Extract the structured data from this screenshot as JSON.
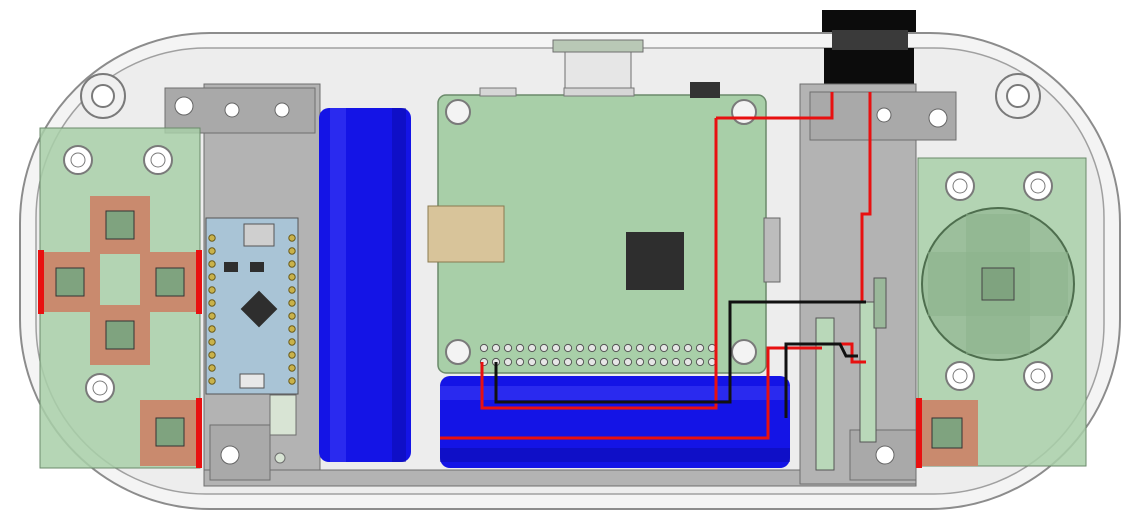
{
  "colors": {
    "shell": "#f3f3f3",
    "shell_stroke": "#8a8a8a",
    "frame": "#a6a6a6",
    "frame_dark": "#7a7a7a",
    "pcb_green": "#a8cfa8",
    "pad_copper": "#c98a6e",
    "button_green": "#7fa37f",
    "battery_blue": "#1414e6",
    "battery_blue_dark": "#0a0aa8",
    "pro_micro_blue": "#a9c4d6",
    "chip_black": "#2e2e2e",
    "wire_red": "#e81010",
    "wire_black": "#111111",
    "switch_black": "#0c0c0c",
    "hdmi_tan": "#d8c49a",
    "joystick_green": "#9cbf9c"
  },
  "components": {
    "enclosure": "handheld-enclosure",
    "left_controls": "dpad-board",
    "right_controls": "joystick-board",
    "microcontroller": "pro-micro-board",
    "computer": "raspberry-pi-zero-board",
    "batteries": [
      "battery-cell-vertical",
      "battery-cell-horizontal"
    ],
    "power_switch": "rocker-switch",
    "charger": "charge-module-board"
  },
  "icons": [
    "rocker-switch-icon",
    "soc-chip-icon",
    "usb-port-icon"
  ]
}
